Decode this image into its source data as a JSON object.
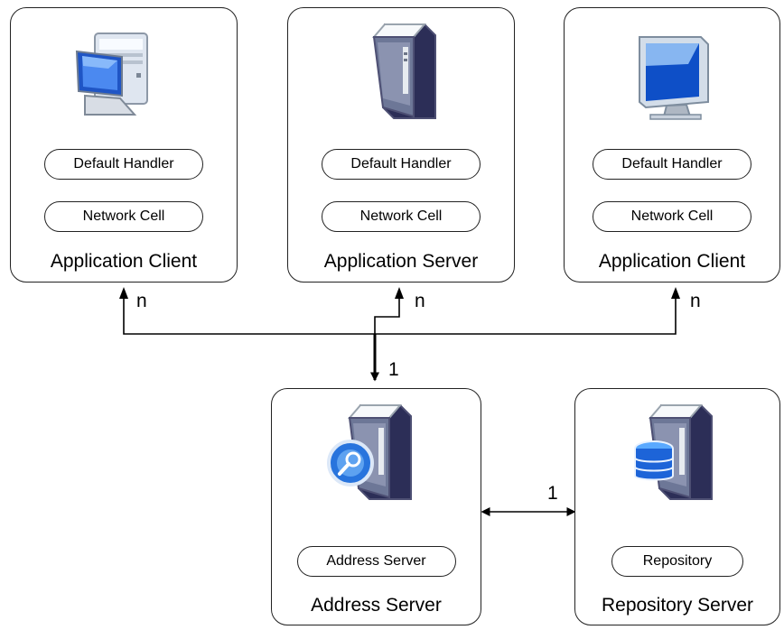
{
  "nodes": {
    "client_left": {
      "title": "Application Client",
      "components": [
        "Default Handler",
        "Network Cell"
      ]
    },
    "server_app": {
      "title": "Application Server",
      "components": [
        "Default Handler",
        "Network Cell"
      ]
    },
    "client_right": {
      "title": "Application Client",
      "components": [
        "Default Handler",
        "Network Cell"
      ]
    },
    "address_server": {
      "title": "Address Server",
      "components": [
        "Address Server"
      ]
    },
    "repository_server": {
      "title": "Repository Server",
      "components": [
        "Repository"
      ]
    }
  },
  "multiplicities": {
    "client_left": "n",
    "server_app": "n",
    "client_right": "n",
    "address_to_bus": "1",
    "address_to_repository": "1"
  },
  "icons": {
    "client_left": "desktop-computer-icon",
    "server_app": "server-tower-icon",
    "client_right": "monitor-computer-icon",
    "address_server": "address-server-icon",
    "repository_server": "repository-server-icon"
  }
}
